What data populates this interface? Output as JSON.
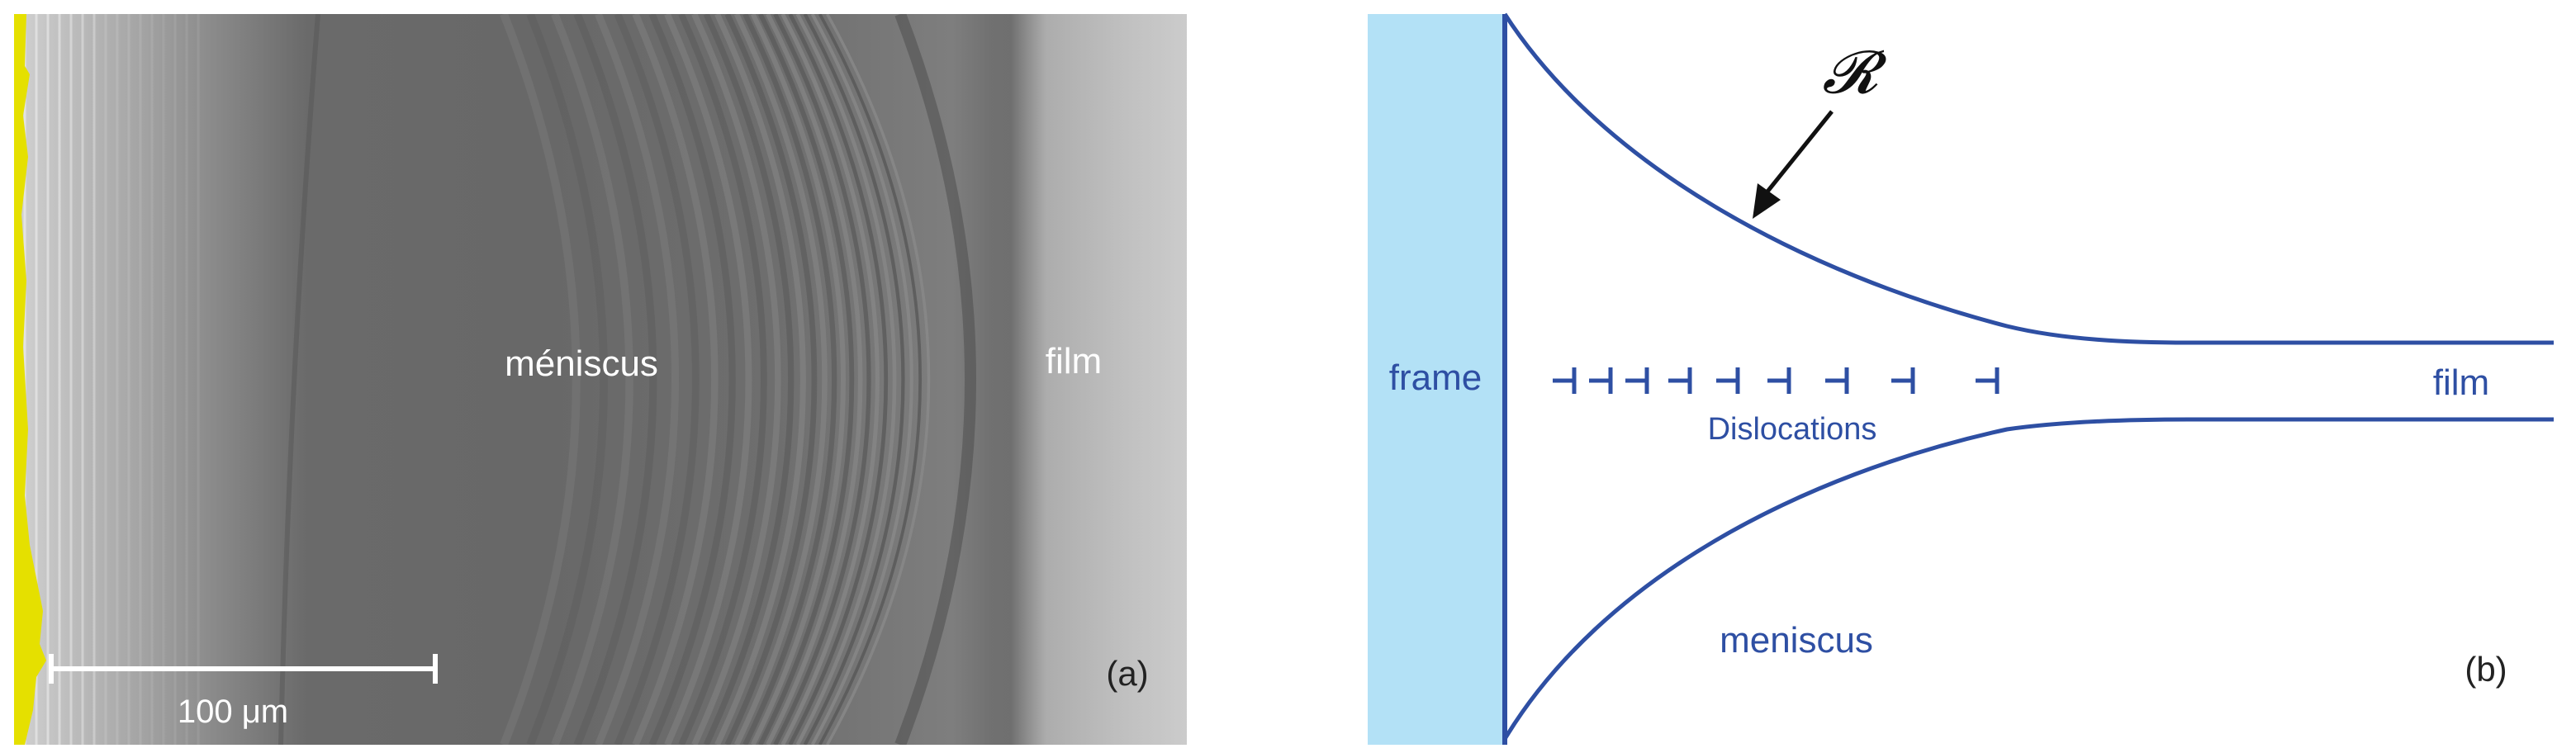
{
  "panel_a": {
    "label_meniscus": "méniscus",
    "label_film": "film",
    "scale_bar_label": "100 μm",
    "panel_tag": "(a)"
  },
  "panel_b": {
    "label_frame": "frame",
    "label_dislocations": "Dislocations",
    "label_film": "film",
    "label_meniscus": "meniscus",
    "label_radius": "𝓡",
    "panel_tag": "(b)",
    "colors": {
      "frame_fill": "#b3e1f6",
      "line": "#2e4fa3",
      "text": "#2e4fa3"
    }
  }
}
